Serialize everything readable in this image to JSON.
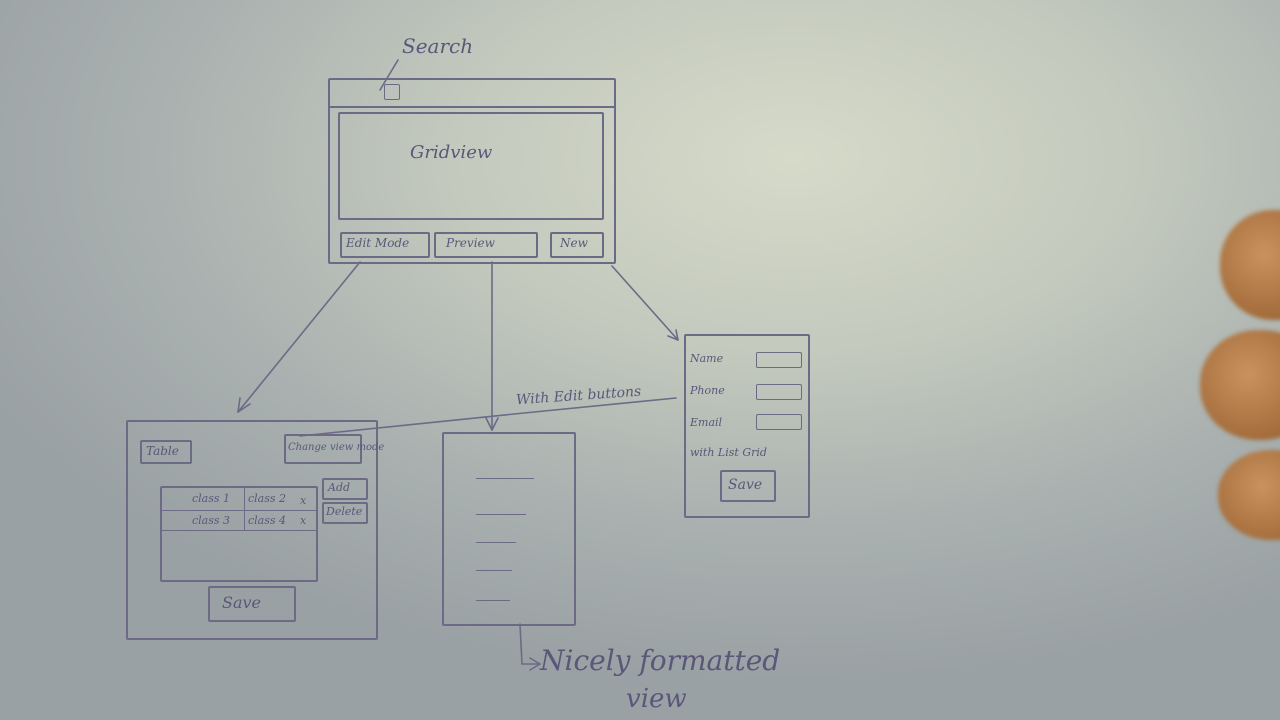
{
  "annotations": {
    "search": "Search",
    "with_edit_buttons": "With Edit buttons",
    "nicely_formatted": "Nicely formatted",
    "view": "view"
  },
  "main_screen": {
    "grid_label": "Gridview",
    "buttons": [
      "Edit Mode",
      "Preview",
      "New"
    ]
  },
  "edit_screen": {
    "header_left": "Table",
    "header_right": "Change view mode",
    "grid_rows": [
      [
        "class 1",
        "class 2",
        "x"
      ],
      [
        "class 3",
        "class 4",
        "x"
      ]
    ],
    "side_buttons": [
      "Add",
      "Delete"
    ],
    "save_label": "Save"
  },
  "form_screen": {
    "fields": [
      "Name",
      "Phone",
      "Email"
    ],
    "list_label": "with List Grid",
    "save_label": "Save"
  },
  "colors": {
    "paper": "#c8ccbf",
    "ink": "#6d6a86"
  }
}
